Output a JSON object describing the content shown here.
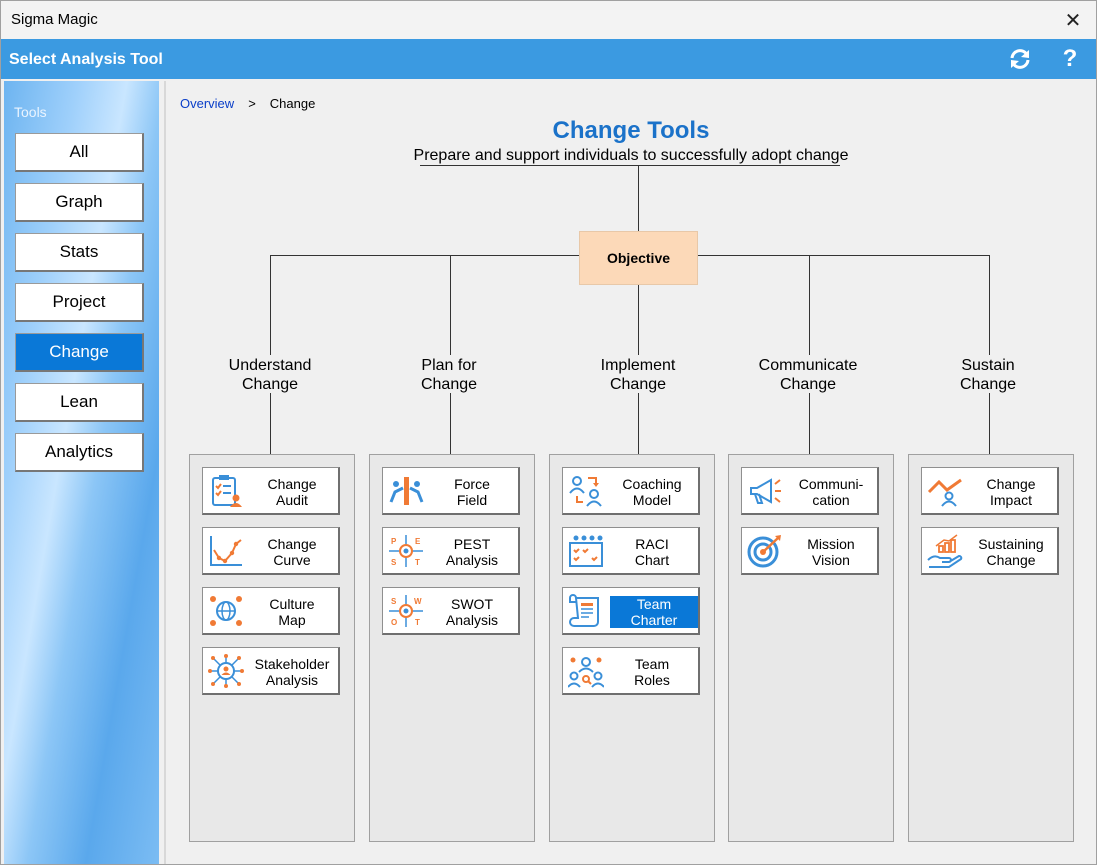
{
  "window": {
    "title": "Sigma Magic",
    "close_glyph": "✕"
  },
  "header": {
    "title": "Select Analysis Tool",
    "refresh_icon": "refresh-icon",
    "help_label": "?"
  },
  "colors": {
    "header_blue": "#3b9ae1",
    "accent_blue": "#0a78d7",
    "title_blue": "#1b72c9",
    "objective_fill": "#fcd9b8",
    "icon_blue": "#3a8fd8",
    "icon_orange": "#f07a35"
  },
  "sidebar": {
    "label": "Tools",
    "items": [
      "All",
      "Graph",
      "Stats",
      "Project",
      "Change",
      "Lean",
      "Analytics"
    ],
    "active": "Change"
  },
  "breadcrumb": {
    "link": "Overview",
    "sep": ">",
    "current": "Change"
  },
  "page": {
    "title": "Change Tools",
    "subtitle": "Prepare and support individuals to successfully adopt change",
    "objective": "Objective"
  },
  "categories": [
    {
      "line1": "Understand",
      "line2": "Change",
      "tools": [
        {
          "l1": "Change",
          "l2": "Audit",
          "icon": "clipboard-check-icon"
        },
        {
          "l1": "Change",
          "l2": "Curve",
          "icon": "curve-chart-icon"
        },
        {
          "l1": "Culture",
          "l2": "Map",
          "icon": "globe-people-icon"
        },
        {
          "l1": "Stakeholder",
          "l2": "Analysis",
          "icon": "stakeholder-network-icon"
        }
      ]
    },
    {
      "line1": "Plan for",
      "line2": "Change",
      "tools": [
        {
          "l1": "Force",
          "l2": "Field",
          "icon": "force-field-icon"
        },
        {
          "l1": "PEST",
          "l2": "Analysis",
          "icon": "pest-icon"
        },
        {
          "l1": "SWOT",
          "l2": "Analysis",
          "icon": "swot-icon"
        }
      ]
    },
    {
      "line1": "Implement",
      "line2": "Change",
      "tools": [
        {
          "l1": "Coaching",
          "l2": "Model",
          "icon": "coaching-icon"
        },
        {
          "l1": "RACI",
          "l2": "Chart",
          "icon": "raci-icon"
        },
        {
          "l1": "Team",
          "l2": "Charter",
          "icon": "charter-scroll-icon",
          "selected": true
        },
        {
          "l1": "Team",
          "l2": "Roles",
          "icon": "team-roles-icon"
        }
      ]
    },
    {
      "line1": "Communicate",
      "line2": "Change",
      "tools": [
        {
          "l1": "Communi-",
          "l2": "cation",
          "icon": "megaphone-icon"
        },
        {
          "l1": "Mission",
          "l2": "Vision",
          "icon": "target-icon"
        }
      ]
    },
    {
      "line1": "Sustain",
      "line2": "Change",
      "tools": [
        {
          "l1": "Change",
          "l2": "Impact",
          "icon": "impact-chart-icon"
        },
        {
          "l1": "Sustaining",
          "l2": "Change",
          "icon": "hand-growth-icon"
        }
      ]
    }
  ]
}
